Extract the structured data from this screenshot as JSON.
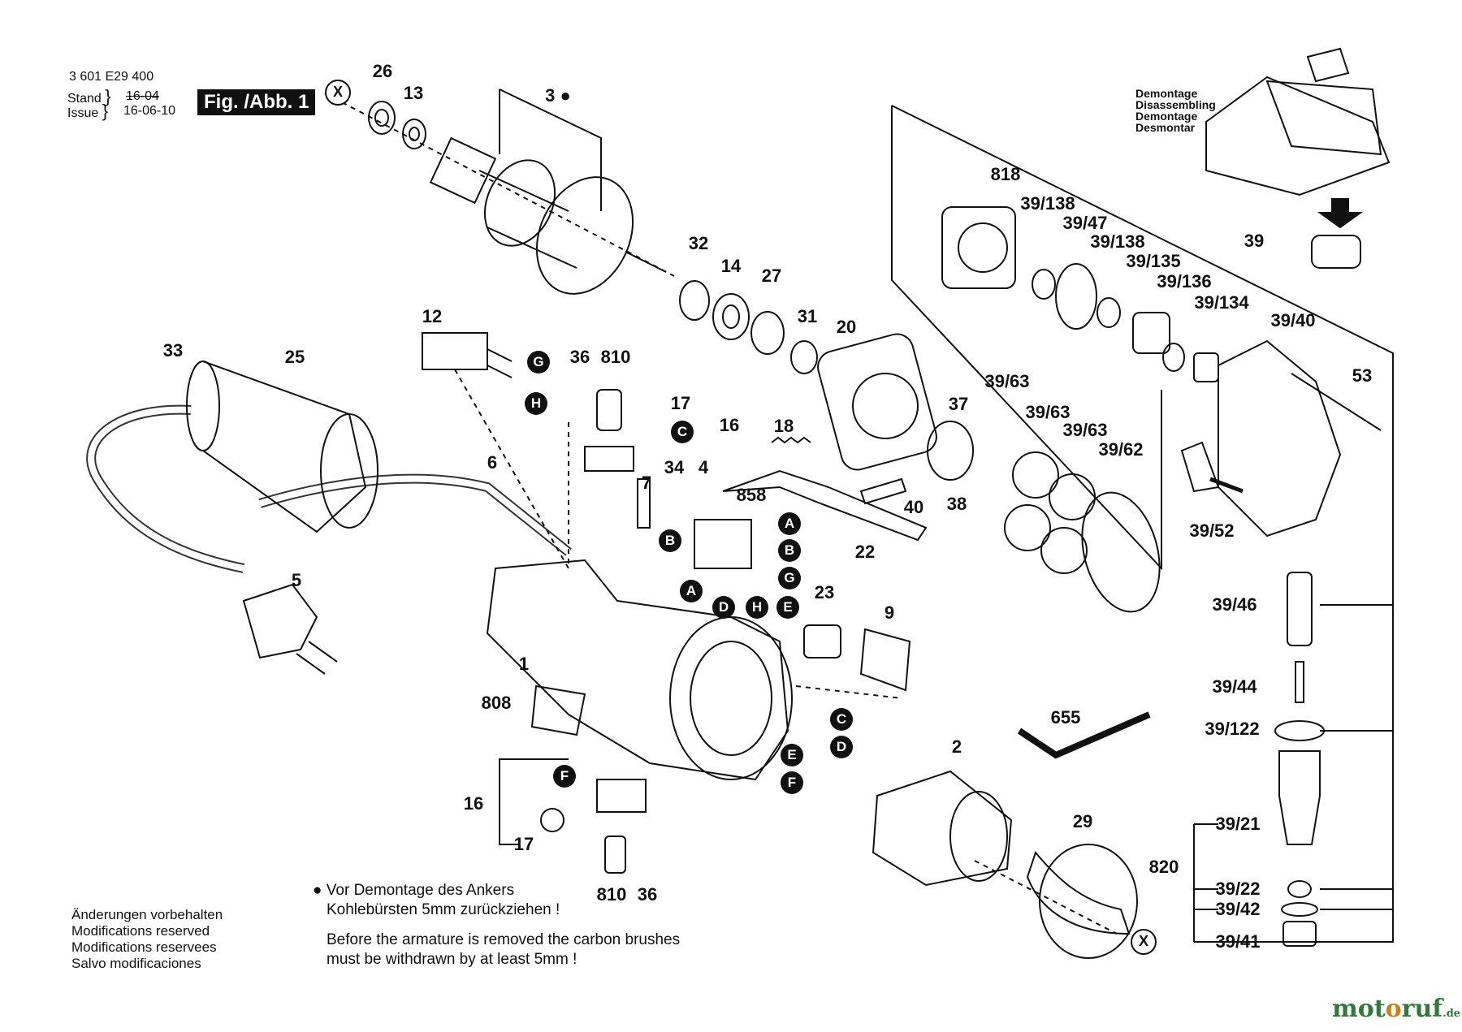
{
  "header": {
    "part_number": "3 601 E29 400",
    "stand_label": "Stand",
    "stand_value": "16-04",
    "issue_label": "Issue",
    "issue_value": "16-06-10",
    "figure": "Fig. /Abb. 1"
  },
  "demontage": [
    "Demontage",
    "Disassembling",
    "Demontage",
    "Desmontar"
  ],
  "part_labels": [
    "26",
    "13",
    "3",
    "32",
    "14",
    "27",
    "31",
    "20",
    "12",
    "36",
    "810",
    "17",
    "16",
    "33",
    "25",
    "6",
    "7",
    "34",
    "4",
    "858",
    "18",
    "37",
    "40",
    "38",
    "22",
    "5",
    "1",
    "23",
    "9",
    "808",
    "655",
    "2",
    "29",
    "818",
    "39/138",
    "39/47",
    "39/138",
    "39/135",
    "39/136",
    "39",
    "39/134",
    "39/40",
    "53",
    "39/63",
    "39/63",
    "39/63",
    "39/62",
    "39/52",
    "39/46",
    "39/44",
    "39/122",
    "39/21",
    "39/22",
    "39/42",
    "39/41",
    "820",
    "16",
    "17",
    "810",
    "36"
  ],
  "connector_labels": [
    "G",
    "H",
    "C",
    "A",
    "B",
    "B",
    "G",
    "A",
    "D",
    "H",
    "E",
    "C",
    "D",
    "E",
    "F",
    "F"
  ],
  "x_markers": [
    "X",
    "X"
  ],
  "note_de": [
    "Vor Demontage des Ankers",
    "Kohlebürsten 5mm zurückziehen !"
  ],
  "note_en": [
    "Before the armature is removed the carbon brushes",
    "must be withdrawn by at least 5mm !"
  ],
  "disclaimer": [
    "Änderungen vorbehalten",
    "Modifications reserved",
    "Modifications reservees",
    "Salvo modificaciones"
  ],
  "brand": {
    "name_1": "mot",
    "name_o": "o",
    "name_2": "ruf",
    "suffix": ".de"
  }
}
